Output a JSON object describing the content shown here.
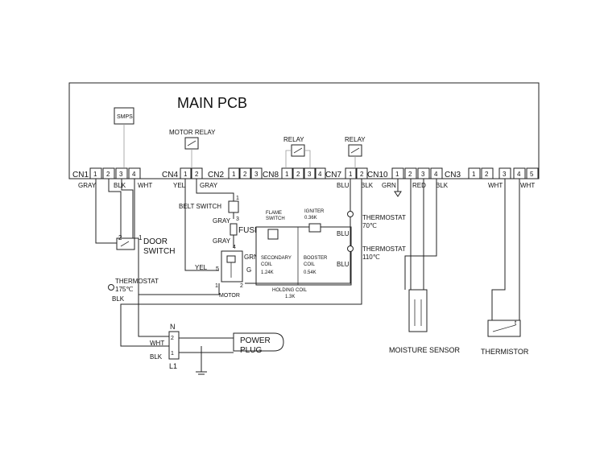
{
  "title": "MAIN PCB",
  "connectors": {
    "cn1": "CN1",
    "cn4": "CN4",
    "cn2": "CN2",
    "cn8": "CN8",
    "cn7": "CN7",
    "cn10": "CN10",
    "cn3": "CN3"
  },
  "pins": {
    "p1": "1",
    "p2": "2",
    "p3": "3",
    "p4": "4",
    "p5": "5"
  },
  "wires": {
    "gray": "GRAY",
    "blk": "BLK",
    "wht": "WHT",
    "yel": "YEL",
    "blu": "BLU",
    "grn": "GRN",
    "red": "RED",
    "g": "G"
  },
  "components": {
    "smps": "SMPS",
    "motor_relay": "MOTOR RELAY",
    "relay": "RELAY",
    "belt_switch": "BELT SWITCH",
    "fuse": "FUSE",
    "flame_switch_1": "FLAME",
    "flame_switch_2": "SWITCH",
    "igniter": "IGNITER",
    "igniter_value": "0.36K",
    "thermostat": "THERMOSTAT",
    "thermostat_70": "70℃",
    "thermostat_110": "110℃",
    "thermostat_175": "175℃",
    "door_switch_1": "DOOR",
    "door_switch_2": "SWITCH",
    "secondary_coil_1": "SECONDARY",
    "secondary_coil_2": "COIL",
    "secondary_coil_value": "1.24K",
    "booster_coil_1": "BOOSTER",
    "booster_coil_2": "COIL",
    "booster_coil_value": "0.54K",
    "holding_coil": "HOLDING COIL",
    "holding_coil_value": "1.3K",
    "motor": "MOTOR",
    "power_plug_1": "POWER",
    "power_plug_2": "PLUG",
    "neutral": "N",
    "line": "L1",
    "moisture_sensor": "MOISTURE SENSOR",
    "thermistor": "THERMISTOR",
    "thermistor_symbol": "t"
  }
}
